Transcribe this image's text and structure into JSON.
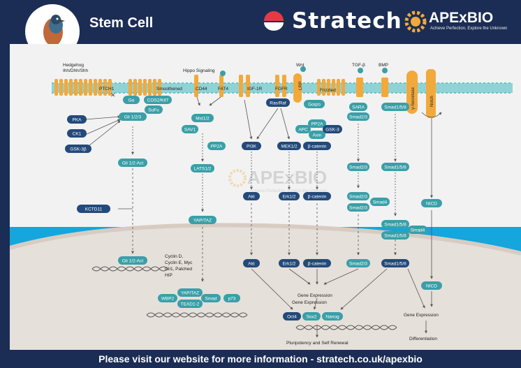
{
  "header": {
    "title": "Stem Cell",
    "brand_name": "Stratech",
    "partner_logo_text": "APExBIO",
    "partner_tagline": "Achieve Perfection, Explore the Unknown"
  },
  "footer": {
    "text": "Please visit our website for more information - stratech.co.uk/apexbio"
  },
  "colors": {
    "navy": "#1b2d55",
    "membrane": "#8fd3d6",
    "receptor": "#f2a93b",
    "teal_node": "#3a9fa8",
    "dark_node": "#234a7a",
    "cyan_bg": "#14a6dd",
    "brand_red": "#e63946"
  },
  "watermark": {
    "logo": "APExBIO",
    "tagline": "Achieve Perfection, Explore the Unknown"
  },
  "diagram": {
    "membrane": {
      "ligands": {
        "hedgehog": "Hedgehog\nIhh/Dhh/Shh",
        "hippo": "Hippo Signaling",
        "wnt": "Wnt",
        "tgfb": "TGF-β",
        "bmp": "BMP"
      },
      "receptors": {
        "ptch1": "PTCH1",
        "smoothened": "Smoothened",
        "cd44": "CD44",
        "fat4": "FAT4",
        "igf1r": "IGF-1R",
        "fgfr": "FGFR",
        "lrp": "LRP",
        "frizzled": "Frizzled",
        "gamma_secretase": "γ-Secretase",
        "notch": "Notch"
      }
    },
    "nodes": {
      "gaq": "Gα",
      "cos2kif7": "COS2/Kif7",
      "sufu": "SuFu",
      "pka": "PKA",
      "gli123": "Gli 1/2/3",
      "ck1": "CK1",
      "gsk3b": "GSK-3β",
      "gli12act": "Gli 1/2-Act",
      "kctd11": "KCTD11",
      "mst12": "Mst1/2",
      "sav1": "SAV1",
      "pp2a_hippo": "PP2A",
      "lats12": "LATS1/2",
      "yaptaz": "YAP/TAZ",
      "rasraf": "Ras/Raf",
      "pi3k": "PI3K",
      "mek12": "MEK1/2",
      "akt1": "Akt",
      "erk12a": "Erk1/2",
      "gaqo": "Gαq/o",
      "pp2a_wnt": "PP2A",
      "apc": "APC",
      "axin": "Axin",
      "gsk3": "GSK-3",
      "bcat1": "β-catenin",
      "bcat2": "β-catenin",
      "sara": "SARA",
      "smad23a": "Smad2/3",
      "smad23b": "Smad2/3",
      "smad23c": "Smad2/3",
      "smad23d": "Smad2/3",
      "smad4a": "Smad4",
      "smad158a": "Smad1/5/8",
      "smad158b": "Smad1/5/8",
      "smad158c": "Smad1/5/8",
      "smad158d": "Smad1/5/8",
      "smad4b": "Smad4",
      "nicd1": "NICD",
      "nicd2": "NICD"
    },
    "nucleus": {
      "gli_act": "Gli 1/2-Act",
      "gli_targets": [
        "Cyclin D,",
        "Cyclin E, Myc",
        "Gli1, Patched",
        "HIP"
      ],
      "yaptaz": "YAP/TAZ",
      "wbp2": "WBP2",
      "smad": "Smad",
      "p73": "p73",
      "tead": "TEAD1-2",
      "akt": "Akt",
      "erk": "Erk1/2",
      "bcat": "β-catenin",
      "smad23": "Smad2/3",
      "smad158": "Smad1/5/8",
      "nicd": "NICD",
      "gene_expr1": "Gene Expression",
      "gene_expr2": "Gene Expression",
      "oct4": "Oct4",
      "sox2": "Sox2",
      "nanog": "Nanog",
      "pluri": "Pluripotency and Self Renewal",
      "gene_expr3": "Gene Expression",
      "diff": "Differentiation"
    }
  }
}
